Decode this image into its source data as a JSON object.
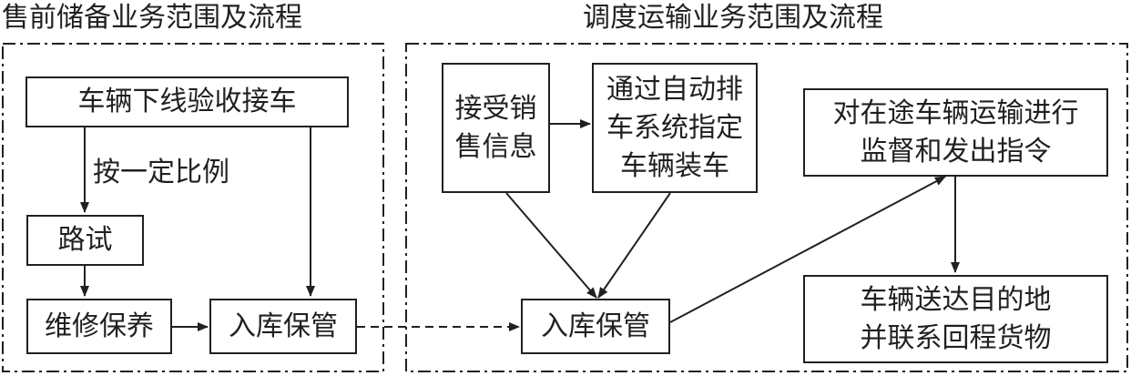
{
  "left_section": {
    "title": "售前储备业务范围及流程",
    "receive_box": "车辆下线验收接车",
    "ratio_label": "按一定比例",
    "road_test_box": "路试",
    "repair_box": "维修保养",
    "storage_box": "入库保管"
  },
  "right_section": {
    "title": "调度运输业务范围及流程",
    "sales_info_box": [
      "接受销",
      "售信息"
    ],
    "auto_schedule_box": [
      "通过自动排",
      "车系统指定",
      "车辆装车"
    ],
    "storage_box": "入库保管",
    "supervise_box": [
      "对在途车辆运输进行",
      "监督和发出指令"
    ],
    "deliver_box": [
      "车辆送达目的地",
      "并联系回程货物"
    ]
  }
}
